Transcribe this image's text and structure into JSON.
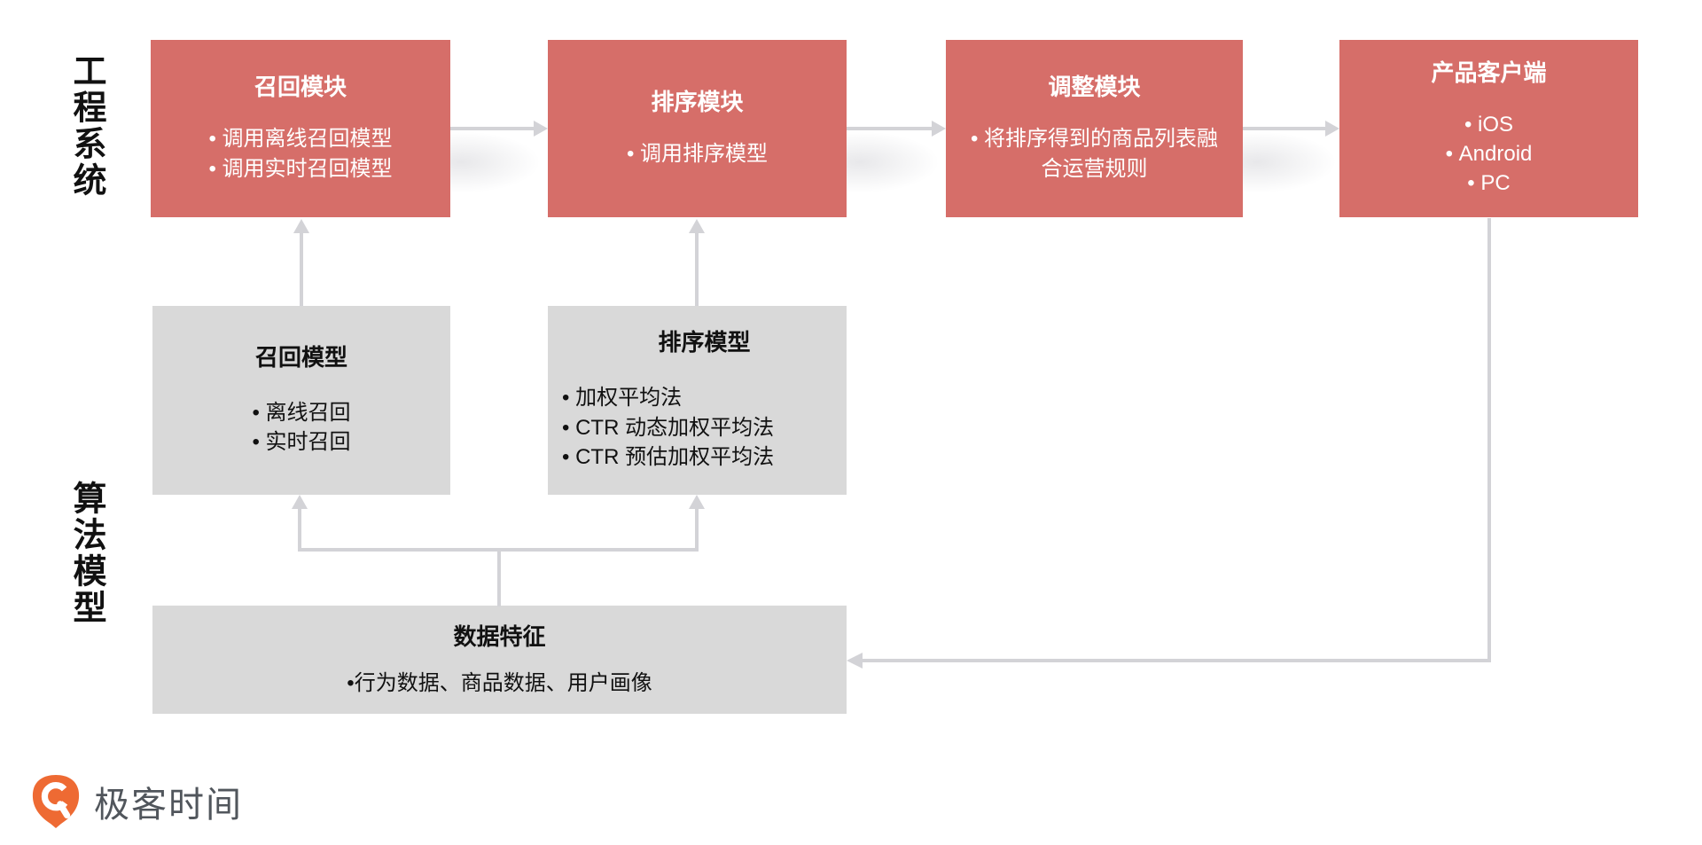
{
  "side_labels": {
    "engineering": "工程系统",
    "algorithm": "算法模型"
  },
  "modules": [
    {
      "title": "召回模块",
      "bullets": [
        "调用离线召回模型",
        "调用实时召回模型"
      ]
    },
    {
      "title": "排序模块",
      "bullets": [
        "调用排序模型"
      ]
    },
    {
      "title": "调整模块",
      "bullets": [
        "将排序得到的商品列表融合运营规则"
      ]
    },
    {
      "title": "产品客户端",
      "bullets": [
        "iOS",
        "Android",
        "PC"
      ]
    }
  ],
  "models": [
    {
      "title": "召回模型",
      "bullets": [
        "离线召回",
        "实时召回"
      ]
    },
    {
      "title": "排序模型",
      "bullets": [
        "加权平均法",
        "CTR 动态加权平均法",
        "CTR 预估加权平均法"
      ]
    }
  ],
  "data_features": {
    "title": "数据特征",
    "content": "•行为数据、商品数据、用户画像"
  },
  "logo": {
    "text": "极客时间"
  },
  "colors": {
    "module_red": "#D66E69",
    "model_gray": "#D9D9D9",
    "arrow_gray": "#D3D3D7",
    "logo_orange": "#EE6A33",
    "logo_text_gray": "#51565C"
  }
}
